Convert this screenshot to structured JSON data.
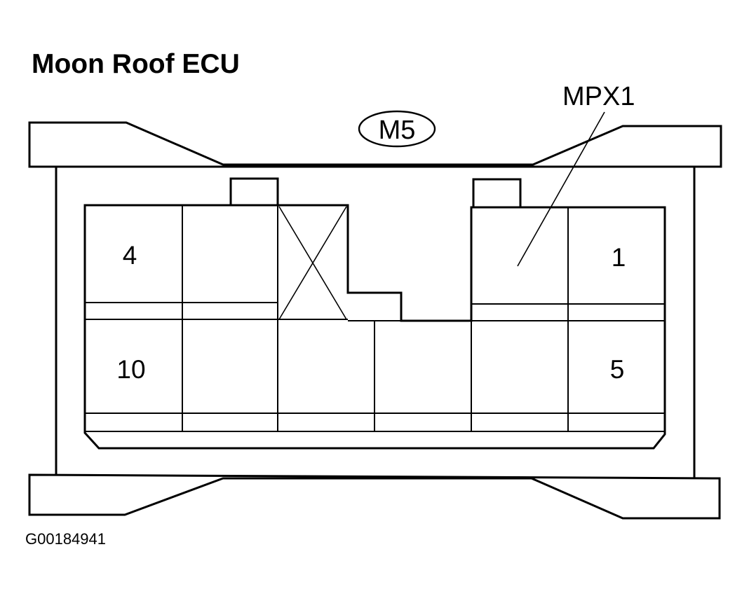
{
  "title": "Moon Roof ECU",
  "connector_id": "M5",
  "connector_name": "MPX1",
  "pins": {
    "top_left": "4",
    "top_right": "1",
    "bottom_left": "10",
    "bottom_right": "5"
  },
  "figure_code": "G00184941"
}
